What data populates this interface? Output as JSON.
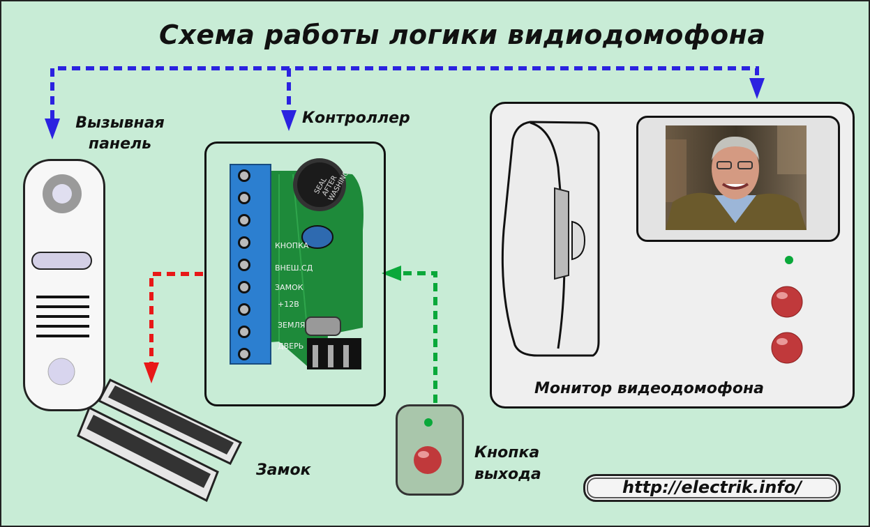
{
  "title": "Схема работы логики видиодомофона",
  "labels": {
    "panel": [
      "Вызывная",
      "панель"
    ],
    "controller": "Контроллер",
    "monitor": "Монитор видеодомофона",
    "lock": "Замок",
    "exit_button": [
      "Кнопка",
      "выхода"
    ]
  },
  "terminals": [
    "КНОПКА",
    "ВНЕШ.СД",
    "ЗАМОК",
    "+12В",
    "ЗЕМЛЯ",
    "ДВЕРЬ"
  ],
  "buzzer_text": [
    "SEAL",
    "AFTER",
    "WASHING"
  ],
  "url": "http://electrik.info/",
  "colors": {
    "background": "#c8ecd6",
    "call_line": "#2b22e0",
    "lock_line": "#e81818",
    "button_line": "#0aa83a",
    "led": "#0aa83a",
    "monitor_button": "#c0393b"
  }
}
